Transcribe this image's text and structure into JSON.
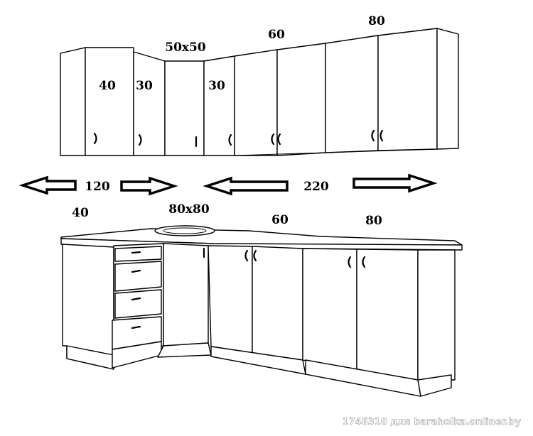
{
  "upper_cabinets": {
    "left_40": "40",
    "left_30": "30",
    "corner": "50x50",
    "right_30": "30",
    "w60": "60",
    "w80": "80"
  },
  "dimensions": {
    "left_run": "120",
    "right_run": "220"
  },
  "lower_cabinets": {
    "drawers_40": "40",
    "corner_sink": "80x80",
    "w60": "60",
    "w80": "80"
  },
  "watermark": "1746310 для baraholka.onliner.by"
}
